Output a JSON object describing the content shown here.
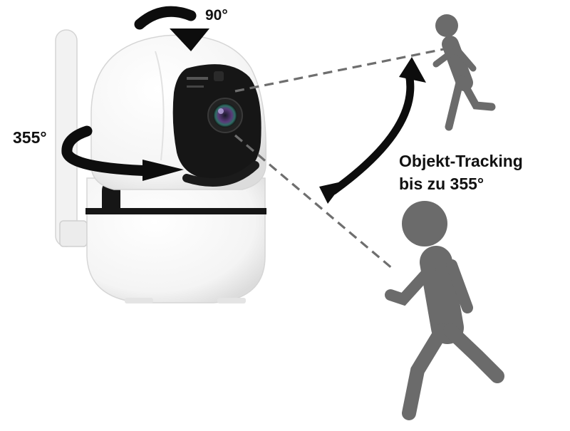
{
  "labels": {
    "tilt": "90°",
    "pan": "355°",
    "tracking_line1": "Objekt-Tracking",
    "tracking_line2": "bis zu 355°"
  },
  "colors": {
    "camera_body": "#ffffff",
    "camera_outline": "#d9d9d9",
    "lens_housing": "#161616",
    "arrow": "#0d0d0d",
    "person": "#6b6b6b",
    "sight_line": "#6e6e6e",
    "lens_ring": "#3a7a72"
  },
  "icons": [
    "tilt-arrow-icon",
    "pan-arrow-icon",
    "tracking-arrow-icon",
    "walking-person-icon"
  ]
}
